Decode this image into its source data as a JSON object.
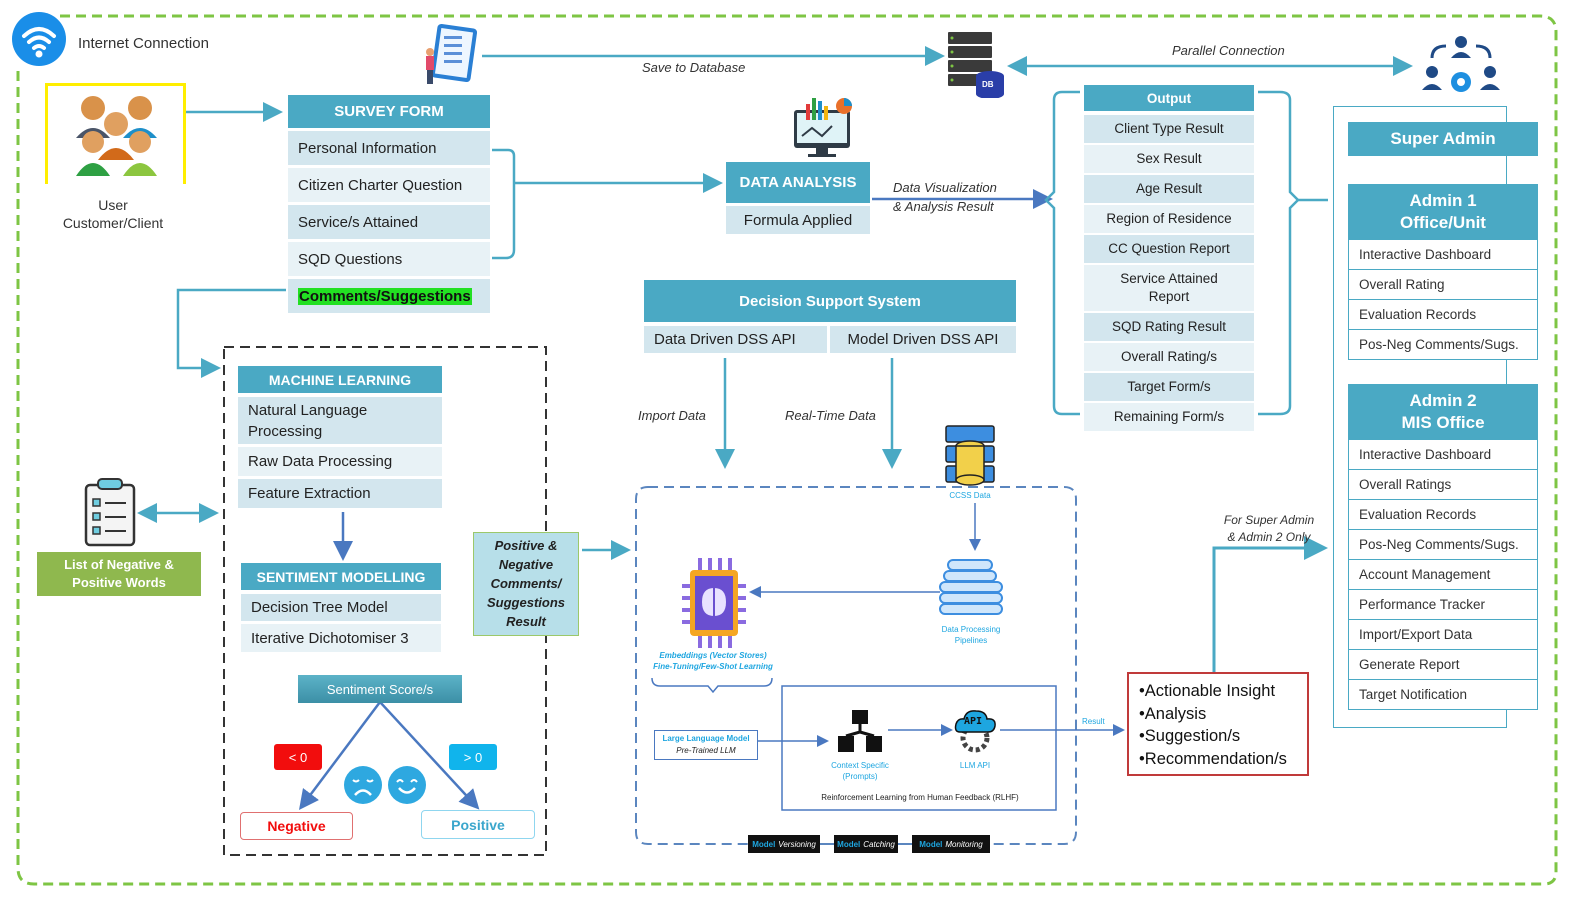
{
  "internet": {
    "label": "Internet Connection",
    "icon": "wifi-icon"
  },
  "user": {
    "line1": "User",
    "line2": "Customer/Client",
    "icon": "users-group-icon"
  },
  "survey_form": {
    "title": "SURVEY FORM",
    "items": [
      "Personal Information",
      "Citizen Charter Question",
      "Service/s Attained",
      "SQD Questions",
      "Comments/Suggestions"
    ],
    "highlighted_item": "Comments/Suggestions",
    "highlight_color": "#22e022"
  },
  "links": {
    "save_to_database": "Save to Database",
    "parallel_connection": "Parallel Connection",
    "data_visualization_line1": "Data Visualization",
    "data_visualization_line2": "& Analysis Result",
    "import_data": "Import Data",
    "real_time_data": "Real-Time Data",
    "result": "Result",
    "admin_only_line1": "For Super Admin",
    "admin_only_line2": "& Admin 2 Only"
  },
  "database": {
    "icon": "database-server-icon",
    "badge": "DB"
  },
  "data_analysis": {
    "title": "DATA ANALYSIS",
    "sub": "Formula Applied",
    "icon": "analytics-monitor-icon"
  },
  "output": {
    "title": "Output",
    "items": [
      "Client Type Result",
      "Sex Result",
      "Age Result",
      "Region of Residence",
      "CC Question Report",
      "Service Attained Report",
      "SQD Rating Result",
      "Overall Rating/s",
      "Target Form/s",
      "Remaining Form/s"
    ]
  },
  "admin_panel": {
    "icon": "admin-team-icon",
    "super_admin": "Super Admin",
    "admin1": {
      "title_line1": "Admin 1",
      "title_line2": "Office/Unit",
      "items": [
        "Interactive Dashboard",
        "Overall Rating",
        "Evaluation Records",
        "Pos-Neg Comments/Sugs."
      ]
    },
    "admin2": {
      "title_line1": "Admin 2",
      "title_line2": "MIS Office",
      "items": [
        "Interactive Dashboard",
        "Overall Ratings",
        "Evaluation Records",
        "Pos-Neg Comments/Sugs.",
        "Account Management",
        "Performance Tracker",
        "Import/Export Data",
        "Generate Report",
        "Target Notification"
      ]
    }
  },
  "machine_learning": {
    "title": "MACHINE LEARNING",
    "items": [
      "Natural Language Processing",
      "Raw Data Processing",
      "Feature Extraction"
    ]
  },
  "sentiment": {
    "title": "SENTIMENT MODELLING",
    "items": [
      "Decision Tree Model",
      "Iterative Dichotomiser 3"
    ],
    "score_label": "Sentiment Score/s",
    "neg_condition": "< 0",
    "pos_condition": "> 0",
    "negative": "Negative",
    "positive": "Positive",
    "neg_color": "#f20d0d",
    "pos_color": "#10b4ec"
  },
  "word_list": {
    "label_line1": "List of Negative &",
    "label_line2": "Positive Words",
    "icon": "clipboard-checklist-icon"
  },
  "comments_result": {
    "lines": [
      "Positive &",
      "Negative",
      "Comments/",
      "Suggestions",
      "Result"
    ]
  },
  "dss": {
    "title": "Decision Support System",
    "left": "Data Driven DSS API",
    "right": "Model Driven DSS API"
  },
  "llm": {
    "ccss_data": "CCSS Data",
    "embeddings_line1": "Embeddings (Vector Stores)",
    "embeddings_line2": "Fine-Tuning/Few-Shot Learning",
    "pipelines_line1": "Data Processing",
    "pipelines_line2": "Pipelines",
    "llm_line1": "Large Language Model",
    "llm_line2": "Pre-Trained LLM",
    "context_line1": "Context Specific",
    "context_line2": "(Prompts)",
    "llm_api": "LLM API",
    "api_badge": "API",
    "rlhf": "Reinforcement Learning from Human Feedback (RLHF)",
    "chips": [
      {
        "a": "Model",
        "b": "Versioning"
      },
      {
        "a": "Model",
        "b": "Catching"
      },
      {
        "a": "Model",
        "b": "Monitoring"
      }
    ]
  },
  "insights": {
    "items": [
      "•Actionable Insight",
      "•Analysis",
      "•Suggestion/s",
      "•Recommendation/s"
    ]
  }
}
